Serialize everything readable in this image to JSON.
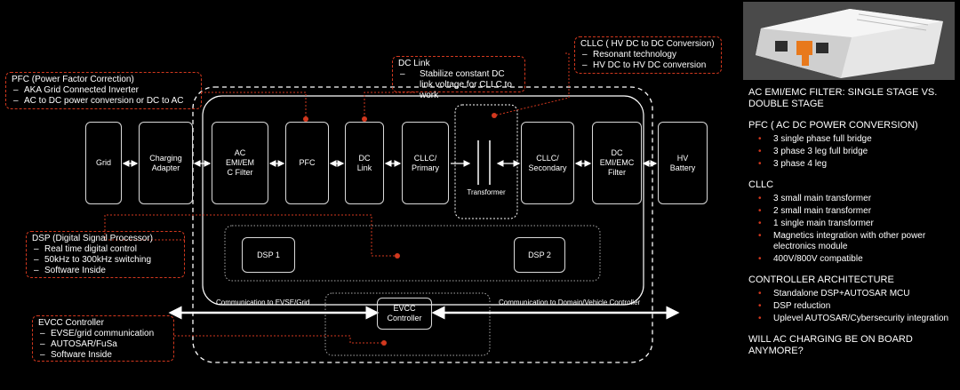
{
  "colors": {
    "accent": "#d2381e",
    "background": "#000000",
    "text": "#ffffff",
    "line": "#d9d9d9"
  },
  "blocks": {
    "grid": "Grid",
    "charging_adapter": "Charging\nAdapter",
    "ac_emi": "AC\nEMI/EM\nC Filter",
    "pfc": "PFC",
    "dc_link": "DC\nLink",
    "cllc_primary": "CLLC/\nPrimary",
    "transformer": "Transformer",
    "cllc_secondary": "CLLC/\nSecondary",
    "dc_emi": "DC\nEMI/EMC\nFilter",
    "hv_battery": "HV\nBattery",
    "dsp1": "DSP 1",
    "dsp2": "DSP 2",
    "evcc": "EVCC\nController"
  },
  "comm": {
    "evse_grid": "Communication to EVSE/Grid",
    "domain_vehicle": "Communication to Domain/Vehicle Controller"
  },
  "callouts": {
    "pfc": {
      "title": "PFC (Power Factor Correction)",
      "items": [
        "AKA Grid Connected Inverter",
        "AC to DC power conversion or DC to AC"
      ]
    },
    "dclink": {
      "title": "DC Link",
      "items": [
        "Stabilize constant DC link voltage for CLLC to work"
      ]
    },
    "cllc": {
      "title": "CLLC ( HV DC to DC Conversion)",
      "items": [
        "Resonant technology",
        "HV DC to HV DC conversion"
      ]
    },
    "dsp": {
      "title": "DSP (Digital Signal Processor)",
      "items": [
        "Real time digital control",
        "50kHz to 300kHz switching",
        "Software Inside"
      ]
    },
    "evcc": {
      "title": "EVCC Controller",
      "items": [
        "EVSE/grid communication",
        "AUTOSAR/FuSa",
        "Software Inside"
      ]
    }
  },
  "panel": {
    "sections": [
      {
        "title": "AC EMI/EMC FILTER: SINGLE STAGE VS. DOUBLE STAGE",
        "items": []
      },
      {
        "title": "PFC ( AC DC POWER CONVERSION)",
        "items": [
          "3 single phase full bridge",
          "3 phase 3 leg full bridge",
          "3 phase 4 leg"
        ]
      },
      {
        "title": "CLLC",
        "items": [
          "3 small main transformer",
          "2 small main transformer",
          "1 single main transformer",
          "Magnetics integration with other power electronics module",
          "400V/800V compatible"
        ]
      },
      {
        "title": "CONTROLLER ARCHITECTURE",
        "items": [
          "Standalone DSP+AUTOSAR MCU",
          "DSP reduction",
          "Uplevel AUTOSAR/Cybersecurity integration"
        ]
      },
      {
        "title": "WILL AC CHARGING BE ON BOARD ANYMORE?",
        "items": []
      }
    ]
  }
}
